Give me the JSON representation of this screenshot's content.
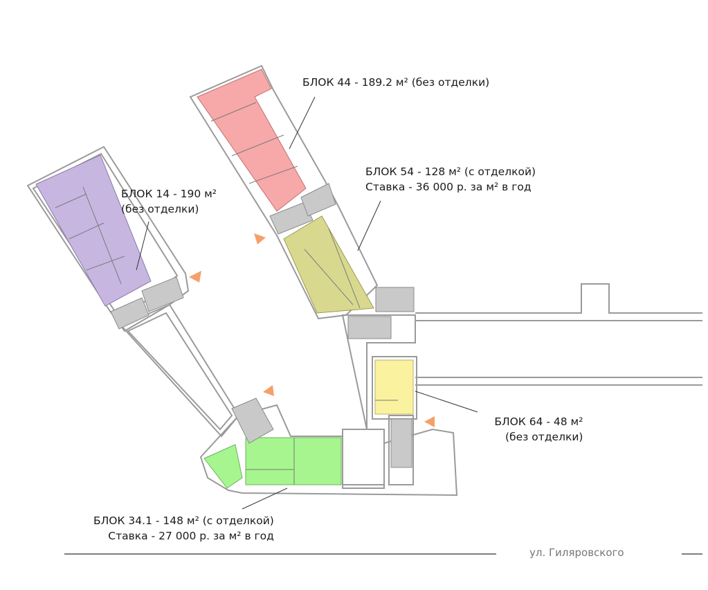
{
  "blocks": [
    {
      "id": "14",
      "line1": "БЛОК 14 - 190 м² ",
      "line2": "(без отделки)",
      "color": "#c6b6e0"
    },
    {
      "id": "44",
      "line1": "БЛОК 44 - 189.2 м² (без отделки)",
      "color": "#f7a8a8"
    },
    {
      "id": "54",
      "line1": "БЛОК 54 - 128 м² (с отделкой)",
      "line2": "Ставка - 36 000 р. за м² в год",
      "color": "#d8d98f"
    },
    {
      "id": "64",
      "line1": "БЛОК 64 - 48 м²",
      "line2": "(без отделки)",
      "color": "#fbf2a0"
    },
    {
      "id": "34.1",
      "line1": "БЛОК 34.1 - 148  м² (с отделкой)",
      "line2": "Ставка - 27 000 р. за м² в год",
      "color": "#a6f58f"
    }
  ],
  "street": "ул. Гиляровского",
  "colors": {
    "arrow": "#f5a06a",
    "wall": "#9a9a9a",
    "stairs": "#c9c9c9"
  }
}
